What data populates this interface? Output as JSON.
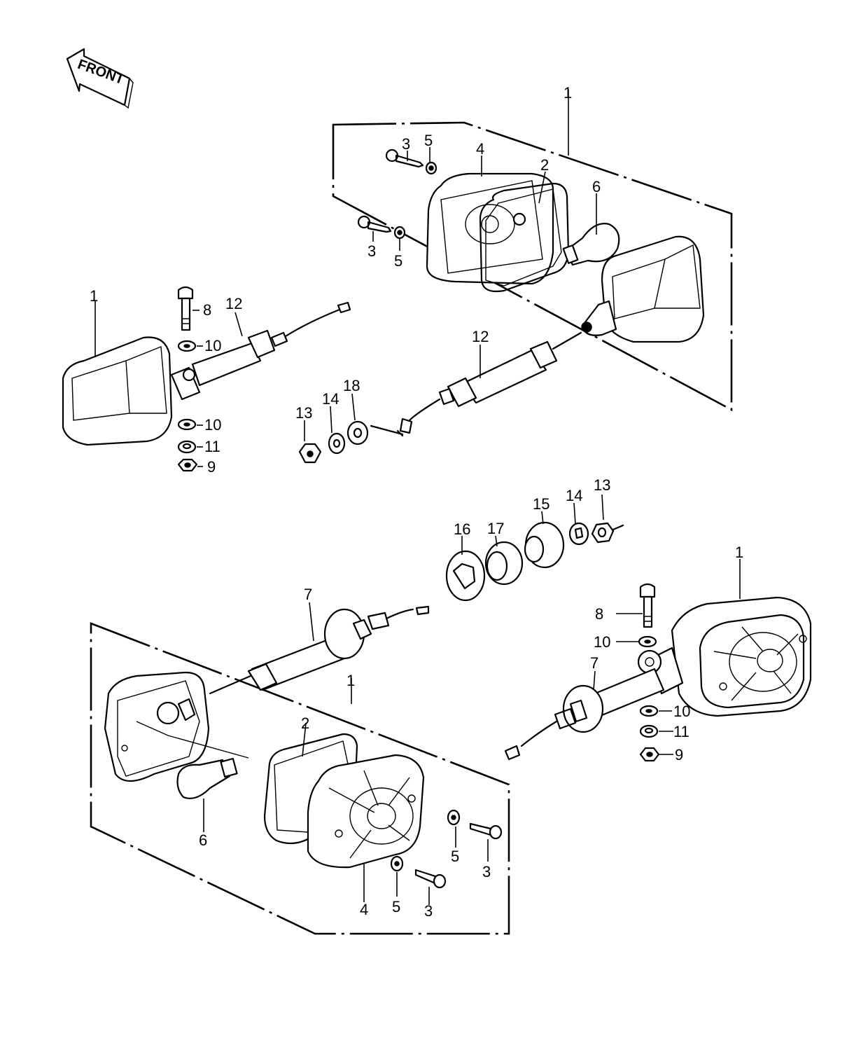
{
  "front_arrow": {
    "label": "FRONT"
  },
  "callouts": {
    "tr_1": "1",
    "tr_2": "2",
    "tr_3a": "3",
    "tr_3b": "3",
    "tr_4": "4",
    "tr_5a": "5",
    "tr_5b": "5",
    "tr_6": "6",
    "l_1": "1",
    "l_8": "8",
    "l_12": "12",
    "l_10a": "10",
    "l_10b": "10",
    "l_11": "11",
    "l_9": "9",
    "m_12": "12",
    "m_13": "13",
    "m_14": "14",
    "m_18": "18",
    "r_16": "16",
    "r_17": "17",
    "r_15": "15",
    "r_14": "14",
    "r_13": "13",
    "b_7": "7",
    "b_1": "1",
    "b_2": "2",
    "b_6": "6",
    "b_4": "4",
    "b_5a": "5",
    "b_5b": "5",
    "b_3a": "3",
    "b_3b": "3",
    "br_1": "1",
    "br_8": "8",
    "br_10a": "10",
    "br_7": "7",
    "br_10b": "10",
    "br_11": "11",
    "br_9": "9"
  },
  "icons": [
    "front-arrow-icon",
    "turn-signal-lamp-icon",
    "bulb-icon",
    "lens-icon",
    "gasket-icon",
    "screw-icon",
    "washer-icon",
    "nut-icon",
    "bolt-icon",
    "stay-tube-icon",
    "grommet-icon",
    "collar-icon"
  ]
}
